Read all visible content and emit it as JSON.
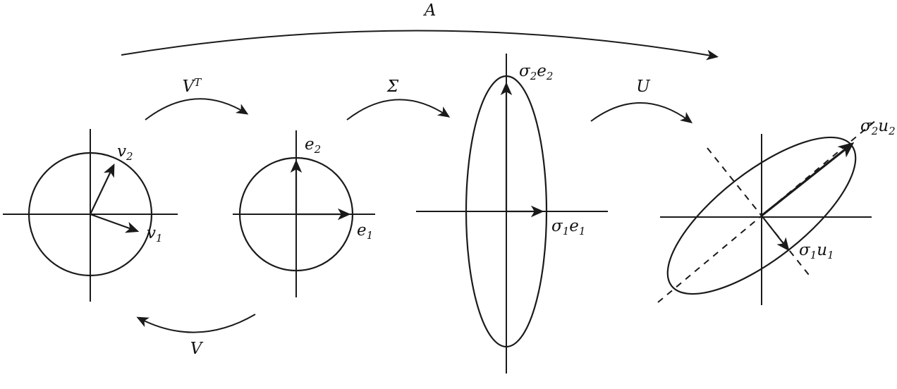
{
  "figure": {
    "name": "Geometric illustration of the singular value decomposition A = U Sigma V^T",
    "transforms": {
      "A": {
        "base": "A"
      },
      "VT": {
        "base": "V",
        "sup": "T"
      },
      "Sigma": {
        "base": "Σ"
      },
      "U": {
        "base": "U"
      },
      "V": {
        "base": "V"
      }
    },
    "vectors": {
      "v1": {
        "base": "v",
        "sub": "1"
      },
      "v2": {
        "base": "v",
        "sub": "2"
      },
      "e1": {
        "base": "e",
        "sub": "1"
      },
      "e2": {
        "base": "e",
        "sub": "2"
      },
      "s1e1": {
        "sym": "σ",
        "symsub": "1",
        "base": "e",
        "sub": "1"
      },
      "s2e2": {
        "sym": "σ",
        "symsub": "2",
        "base": "e",
        "sub": "2"
      },
      "s1u1": {
        "sym": "σ",
        "symsub": "1",
        "base": "u",
        "sub": "1"
      },
      "s2u2": {
        "sym": "σ",
        "symsub": "2",
        "base": "u",
        "sub": "2"
      }
    },
    "panels": [
      {
        "name": "unit-circle-with-v1-v2"
      },
      {
        "name": "unit-circle-with-e1-e2"
      },
      {
        "name": "axis-aligned-ellipse-sigma-e"
      },
      {
        "name": "rotated-ellipse-sigma-u"
      }
    ]
  }
}
